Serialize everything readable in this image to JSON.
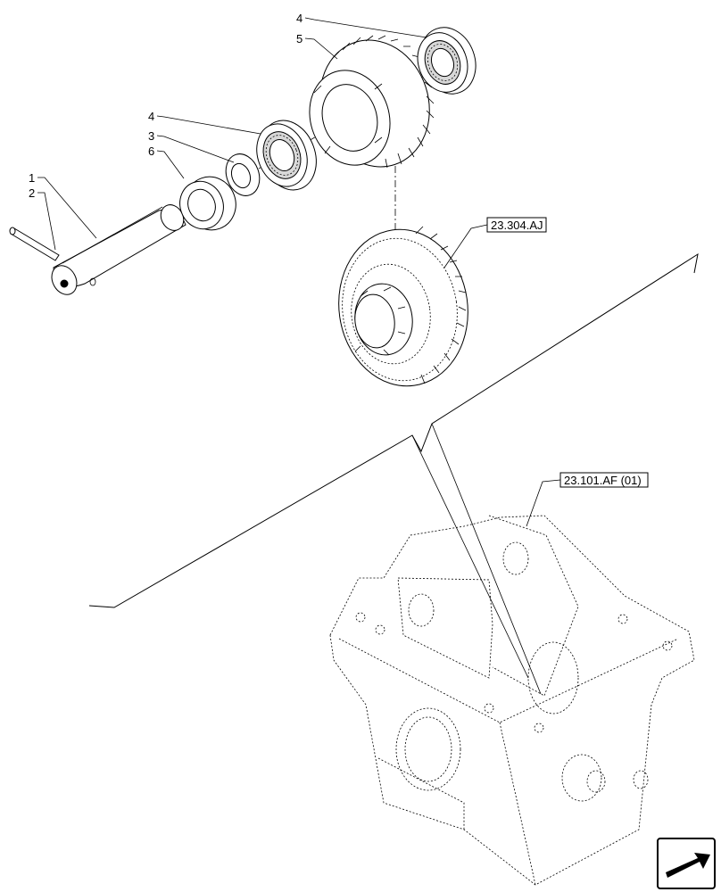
{
  "callouts": [
    "4",
    "5",
    "4",
    "3",
    "6",
    "1",
    "2"
  ],
  "references": [
    "23.304.AJ",
    "23.101.AF (01)"
  ],
  "icons": {
    "navigation": "next-page-arrow-icon"
  }
}
